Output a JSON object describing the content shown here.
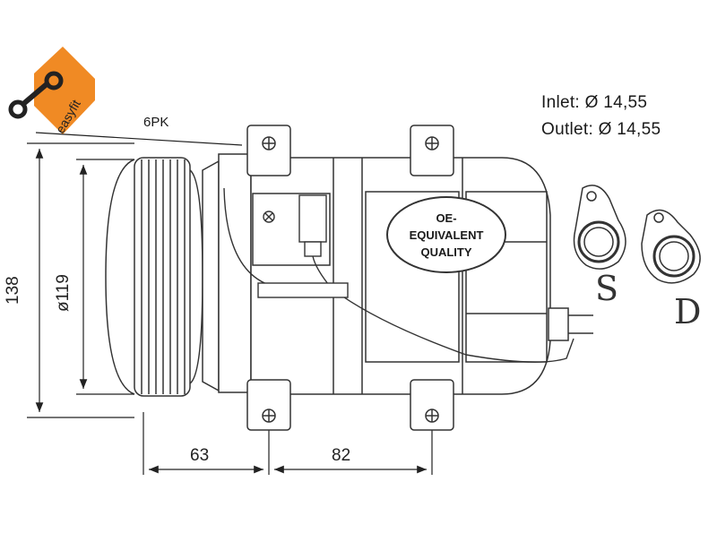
{
  "brand": {
    "logo_text": "easyfit",
    "accent_color": "#f08a24",
    "icon": "wrench-icon"
  },
  "belt": "6PK",
  "dimensions": {
    "height": "138",
    "pulley_diameter": "ø119",
    "offset_left": "63",
    "offset_mount": "82"
  },
  "ports": {
    "inlet": "Inlet: Ø 14,55",
    "outlet": "Outlet: Ø 14,55",
    "suction_letter": "S",
    "discharge_letter": "D"
  },
  "quality_badge": {
    "line1": "OE-",
    "line2": "EQUIVALENT",
    "line3": "QUALITY"
  }
}
